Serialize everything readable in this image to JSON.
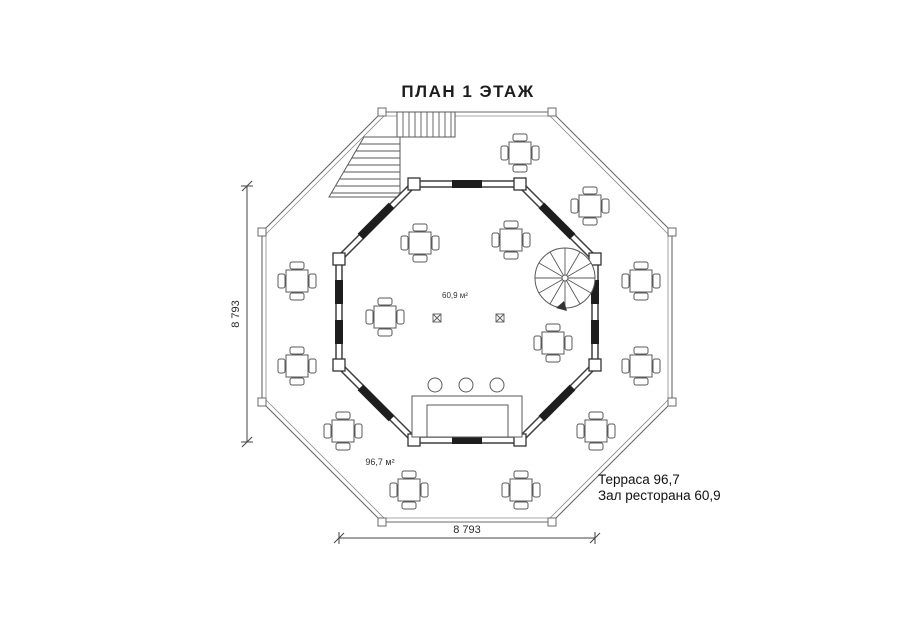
{
  "title": "ПЛАН 1 ЭТАЖ",
  "dimensions": {
    "left": "8 793",
    "bottom": "8 793"
  },
  "areas": {
    "hall": "60,9 м²",
    "terrace": "96,7 м²"
  },
  "legend": {
    "terrace": "Терраса 96,7",
    "hall": "Зал ресторана 60,9"
  }
}
